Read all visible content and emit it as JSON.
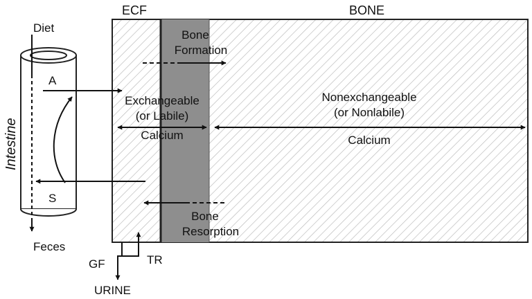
{
  "regions": {
    "ecf": "ECF",
    "bone": "BONE"
  },
  "intestine": {
    "label": "Intestine",
    "diet": "Diet",
    "feces": "Feces",
    "absorption": "A",
    "secretion": "S"
  },
  "exchangeable_pool": {
    "line1": "Exchangeable",
    "line2": "(or Labile)",
    "line3": "Calcium"
  },
  "nonexchangeable_pool": {
    "line1": "Nonexchangeable",
    "line2": "(or Nonlabile)",
    "line3": "Calcium"
  },
  "bone_formation": {
    "line1": "Bone",
    "line2": "Formation"
  },
  "bone_resorption": {
    "line1": "Bone",
    "line2": "Resorption"
  },
  "kidney": {
    "filtration": "GF",
    "reabsorption": "TR",
    "urine": "URINE"
  }
}
